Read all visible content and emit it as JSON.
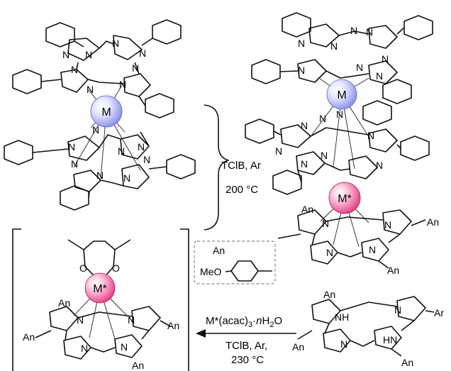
{
  "metal_label": "M",
  "lanthanide_label": "M*",
  "atoms": {
    "nitrogen": "N",
    "oxygen": "O",
    "imine_h": "NH",
    "imine_h2": "HN",
    "anthryl": "An",
    "aryl": "Ar",
    "methoxy": "MeO"
  },
  "conditions": {
    "step1_reagent": "TClB, Ar",
    "step1_temp": "200 °C",
    "step2_reagent_prefix": "M*(acac)",
    "step2_reagent_sub3": "3",
    "step2_reagent_dot": "·",
    "step2_reagent_n": "n",
    "step2_reagent_h": "H",
    "step2_reagent_sub2": "2",
    "step2_reagent_o": "O",
    "step2_solvent": "TClB, Ar,",
    "step2_temp": "230 °C"
  },
  "colors": {
    "metal_light": "#e6e8ff",
    "metal_dark": "#7f86e6",
    "lanthanide_light": "#ffd0e4",
    "lanthanide_dark": "#e0307a",
    "bond": "#111111",
    "inset_border": "#888888"
  }
}
